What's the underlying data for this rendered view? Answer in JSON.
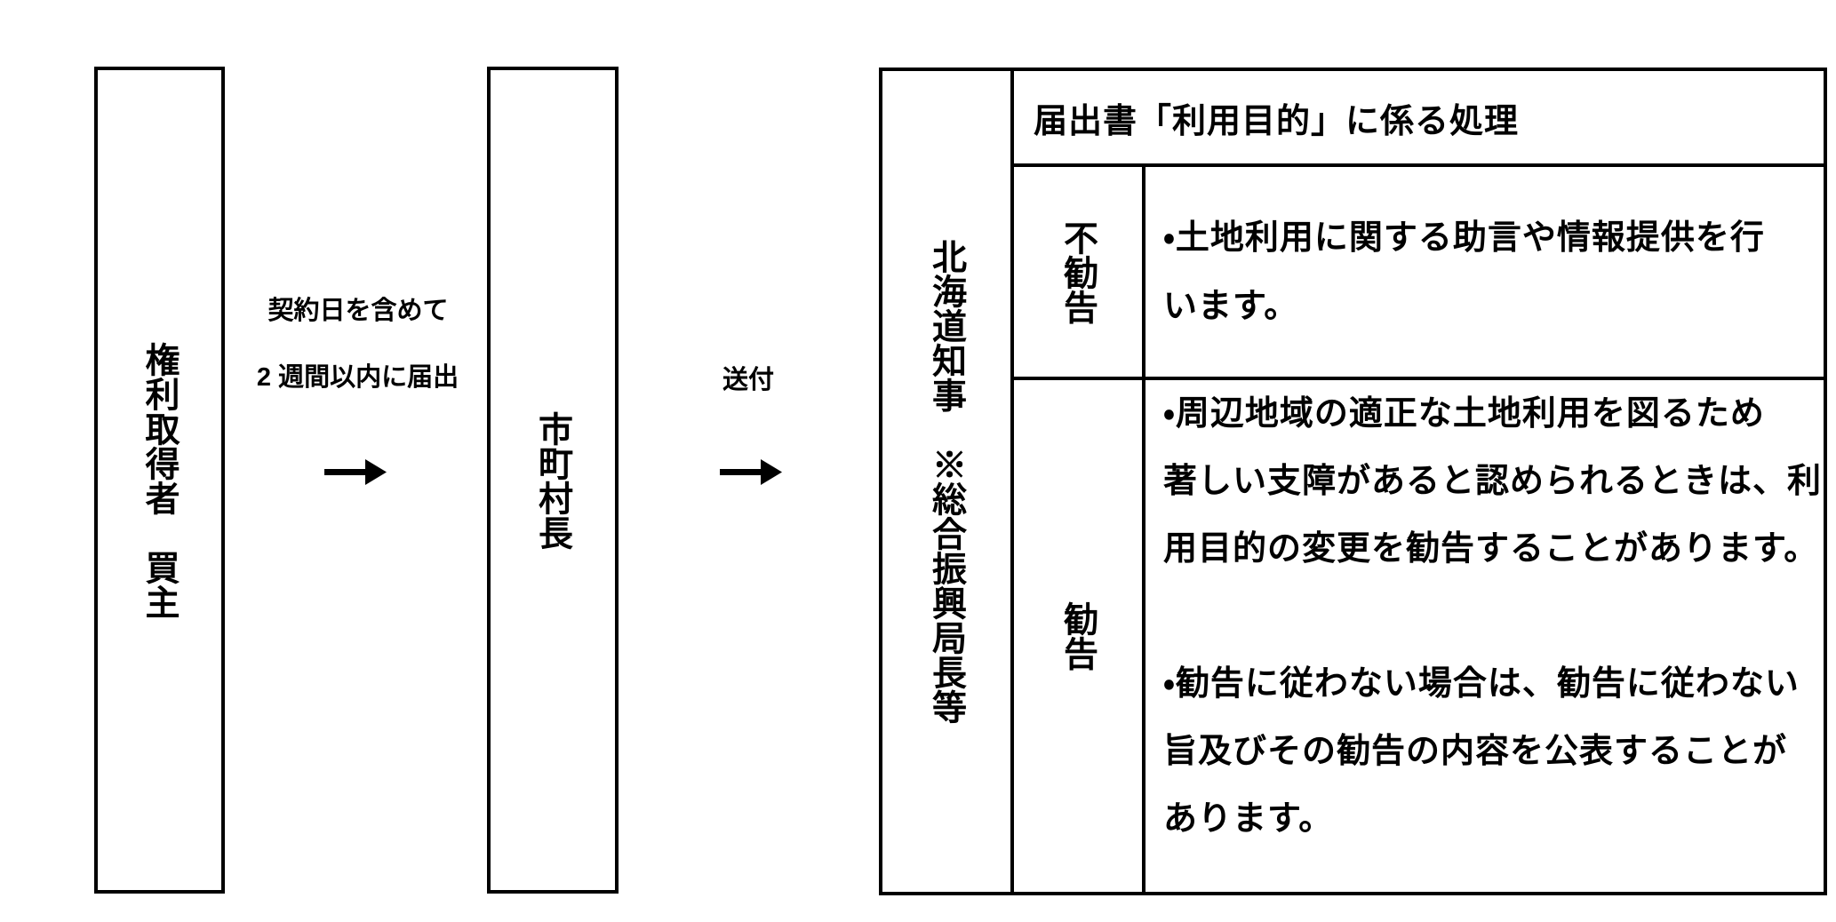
{
  "diagram": {
    "colors": {
      "background": "#ffffff",
      "ink": "#000000"
    },
    "boxes": {
      "acquirer": {
        "label": "権利取得者　買主"
      },
      "municipality": {
        "label": "市町村長"
      }
    },
    "flow1": {
      "caption_line1": "契約日を含めて",
      "caption_line2": "2 週間以内に届出",
      "arrow_icon": "right-arrow"
    },
    "flow2": {
      "caption": "送付",
      "arrow_icon": "right-arrow"
    },
    "table": {
      "row_header": "北海道知事　※総合振興局長等",
      "column_header": "届出書「利用目的」に係る処理",
      "rows": [
        {
          "label": "不勧告",
          "body": "・土地利用に関する助言や情報提供を行\nいます。"
        },
        {
          "label": "勧告",
          "body": "・周辺地域の適正な土地利用を図るため\n著しい支障があると認められるときは、利\n用目的の変更を勧告することがあります。\n\n・勧告に従わない場合は、勧告に従わない\n旨及びその勧告の内容を公表することが\nあります。"
        }
      ]
    }
  }
}
